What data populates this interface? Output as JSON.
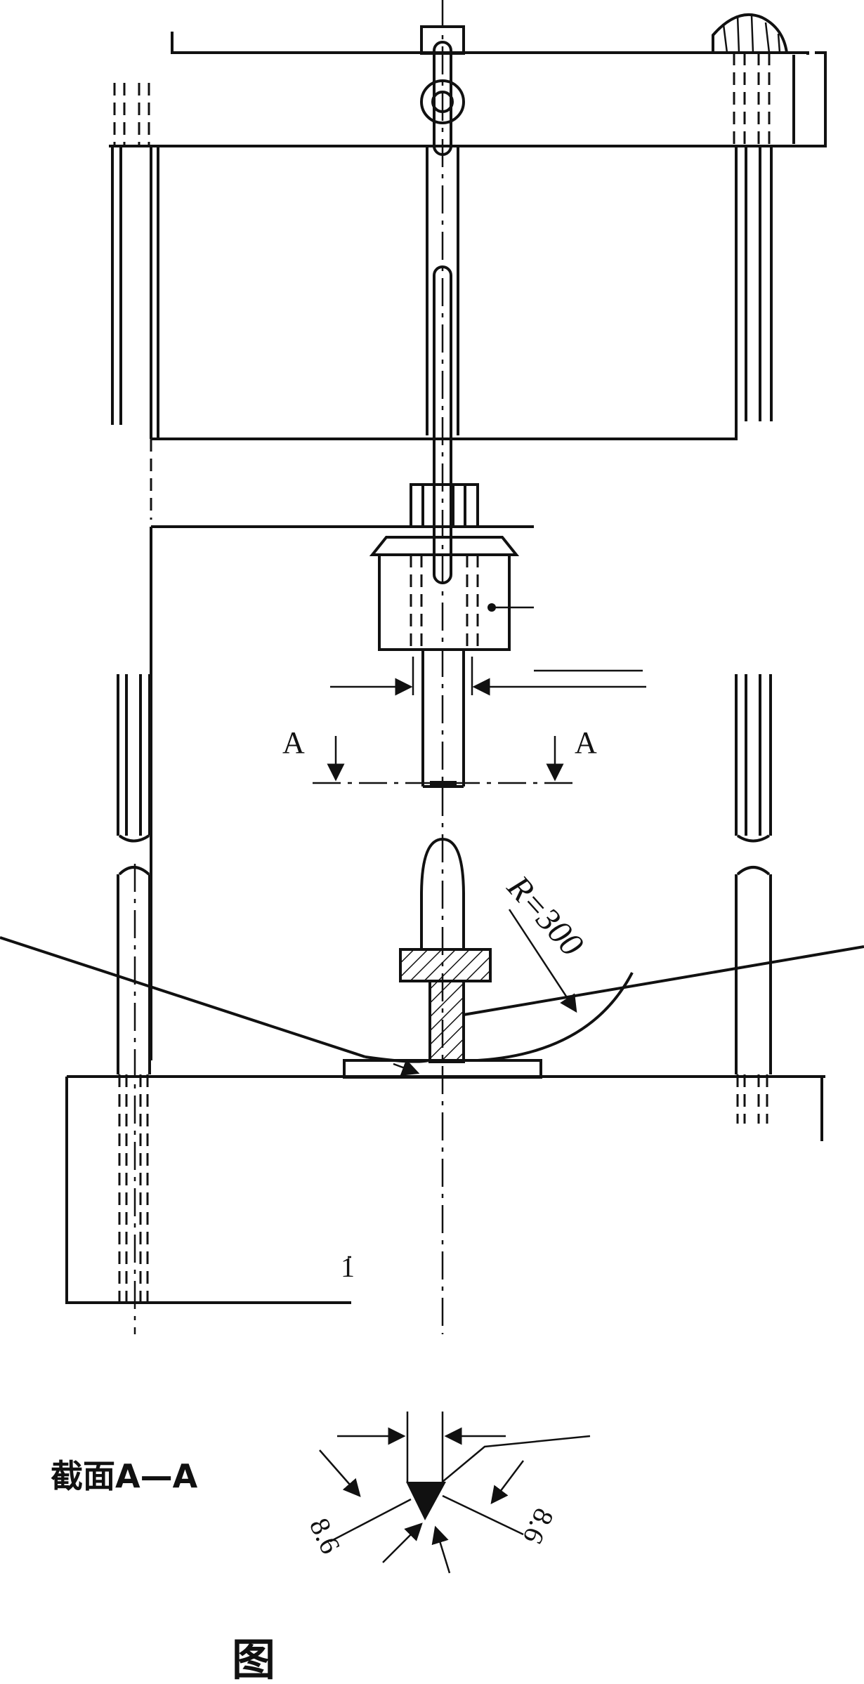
{
  "labels": {
    "section_mark_left": "A",
    "section_mark_right": "A",
    "radius": "R=300",
    "section_title": "截面A—A",
    "dim_left": "8.6",
    "dim_right": "8.6",
    "figure_caption": "图",
    "part_number": "1"
  },
  "colors": {
    "ink": "#111111",
    "paper": "#ffffff"
  }
}
